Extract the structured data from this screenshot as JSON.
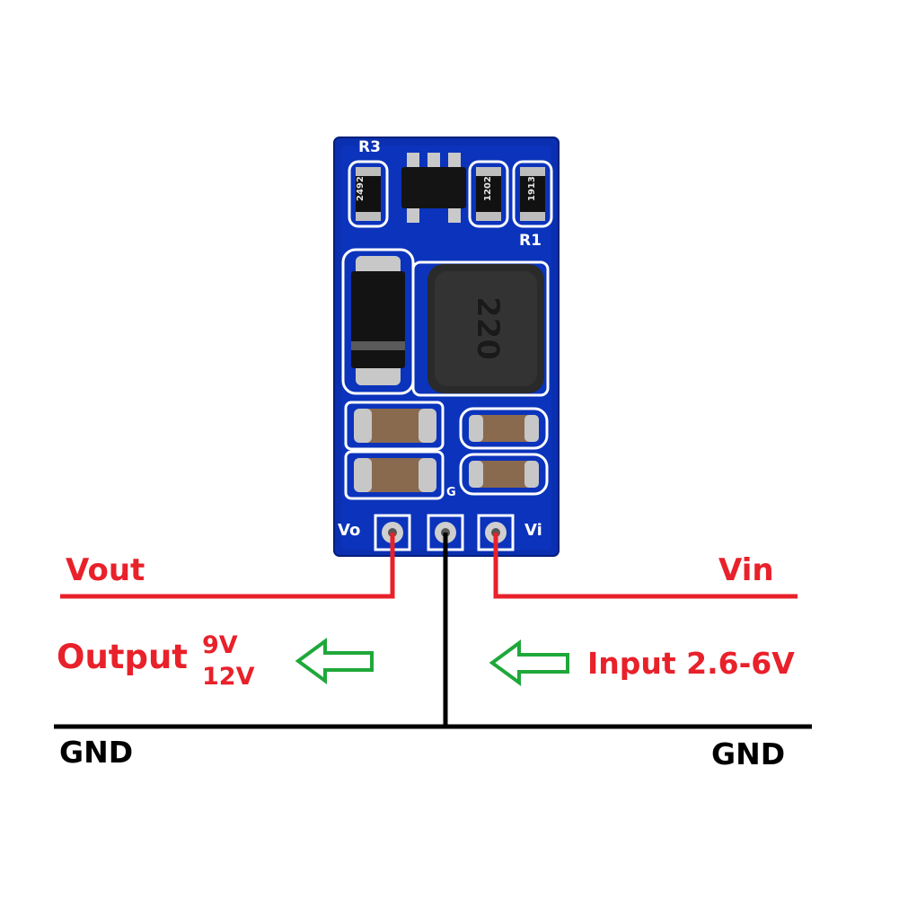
{
  "colors": {
    "wire_signal": "#e8212a",
    "wire_ground": "#000000",
    "arrow": "#1fa83a",
    "pcb": "#0a2fb0"
  },
  "board": {
    "silk_r3": "R3",
    "silk_r1": "R1",
    "silk_g": "G",
    "silk_vo": "Vo",
    "silk_vi": "Vi",
    "resistor_left_code": "2492",
    "resistor_mid_code": "1202",
    "resistor_right_code": "1913",
    "inductor_code": "220"
  },
  "labels": {
    "vout": "Vout",
    "vin": "Vin",
    "output": "Output",
    "output_v1": "9V",
    "output_v2": "12V",
    "input": "Input 2.6-6V",
    "gnd_left": "GND",
    "gnd_right": "GND"
  },
  "icons": {
    "output_arrow": "left-arrow-outline-icon",
    "input_arrow": "left-arrow-outline-icon"
  }
}
